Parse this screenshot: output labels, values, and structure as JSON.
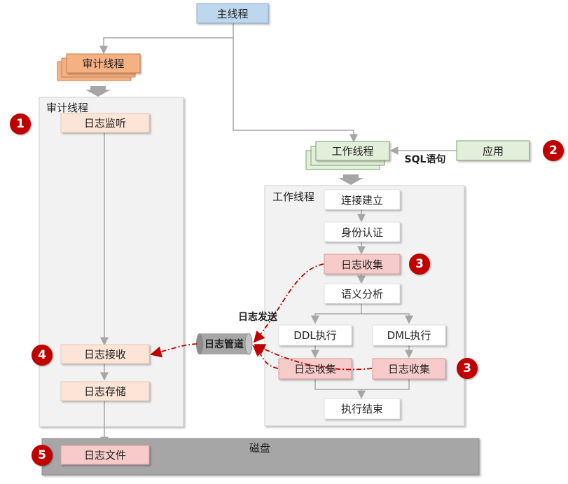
{
  "main_thread": "主线程",
  "audit": {
    "stack_label": "审计线程",
    "container_title": "审计线程",
    "log_listen": "日志监听",
    "log_receive": "日志接收",
    "log_store": "日志存储"
  },
  "worker": {
    "stack_label": "工作线程",
    "container_title": "工作线程",
    "connect": "连接建立",
    "auth": "身份认证",
    "log_collect": "日志收集",
    "semantic": "语义分析",
    "ddl_exec": "DDL执行",
    "dml_exec": "DML执行",
    "ddl_collect": "日志收集",
    "dml_collect": "日志收集",
    "exec_end": "执行结束"
  },
  "application": "应用",
  "sql_statement": "SQL语句",
  "log_pipe": "日志管道",
  "log_send": "日志发送",
  "disk": "磁盘",
  "log_file": "日志文件",
  "badges": {
    "b1": "1",
    "b2": "2",
    "b3a": "3",
    "b3b": "3",
    "b4": "4",
    "b5": "5"
  },
  "colors": {
    "main_thread": "#bdd7ee",
    "audit_stack": "#f4b183",
    "audit_node": "#fce4d6",
    "worker_stack": "#e2efda",
    "log_collect": "#f8cbcb",
    "container": "#f2f2f2",
    "disk": "#a6a6a6",
    "badge": "#c00000",
    "dashed_arrow": "#c00000"
  }
}
